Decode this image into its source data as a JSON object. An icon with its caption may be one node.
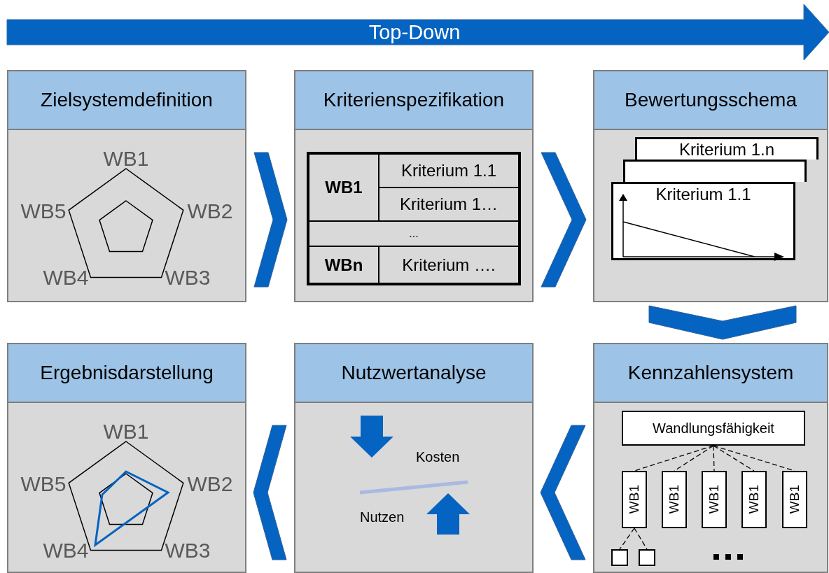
{
  "diagram": {
    "nodes": [
      {
        "text": [
          "Zielsystemdefinition"
        ]
      },
      {
        "text": [
          "Kriterienspezifikation"
        ]
      },
      {
        "text": [
          "Bewertungsschema"
        ]
      },
      {
        "text": [
          "Kriterium 1.n"
        ],
        "in": 2
      },
      {
        "text": [],
        "shape": "box",
        "in": 2
      },
      {
        "text": [
          "Kriterium 1.1"
        ],
        "in": 2
      },
      {
        "text": [
          "Ergebnisdarstellung"
        ]
      },
      {
        "text": [
          "Nutzwertanalyse"
        ]
      },
      {
        "text": [
          "Kennzahlensystem"
        ]
      },
      {
        "text": [
          "Wandlungsfähigkeit"
        ],
        "in": 8
      },
      {
        "text": [
          "WB1"
        ],
        "in": 8
      },
      {
        "text": [
          "WB1"
        ],
        "in": 8
      },
      {
        "text": [
          "WB1"
        ],
        "in": 8
      },
      {
        "text": [
          "WB1"
        ],
        "in": 8
      },
      {
        "text": [
          "WB1"
        ],
        "in": 8
      },
      {
        "text": [],
        "shape": "box",
        "in": 8
      },
      {
        "text": [],
        "shape": "box",
        "in": 8
      }
    ],
    "edges": [
      {
        "from": 0,
        "to": 1,
        "arrow": "to",
        "style": "thick",
        "color": "#0563c1"
      },
      {
        "from": 1,
        "to": 2,
        "arrow": "to",
        "style": "thick",
        "color": "#0563c1"
      },
      {
        "from": 2,
        "to": 8,
        "arrow": "to",
        "style": "thick",
        "color": "#0563c1"
      },
      {
        "from": 8,
        "to": 7,
        "arrow": "to",
        "style": "thick",
        "color": "#0563c1"
      },
      {
        "from": 7,
        "to": 6,
        "arrow": "to",
        "style": "thick",
        "color": "#0563c1"
      },
      {
        "from": 9,
        "to": 10,
        "arrow": "none",
        "style": "dashed"
      },
      {
        "from": 9,
        "to": 11,
        "arrow": "none",
        "style": "dashed"
      },
      {
        "from": 9,
        "to": 12,
        "arrow": "none",
        "style": "dashed"
      },
      {
        "from": 9,
        "to": 13,
        "arrow": "none",
        "style": "dashed"
      },
      {
        "from": 9,
        "to": 14,
        "arrow": "none",
        "style": "dashed"
      },
      {
        "from": 10,
        "to": 15,
        "arrow": "none",
        "style": "dashed"
      },
      {
        "from": 10,
        "to": 16,
        "arrow": "none",
        "style": "dashed"
      }
    ],
    "labels": [
      "Top-Down",
      "WB1",
      "WB5",
      "WB2",
      "WB4",
      "WB3",
      "WB1",
      "Kriterium 1.1",
      "Kriterium 1…",
      "...",
      "WBn",
      "Kriterium ….",
      "WB1",
      "WB5",
      "WB2",
      "WB4",
      "WB3",
      "Kosten",
      "Nutzen"
    ]
  }
}
